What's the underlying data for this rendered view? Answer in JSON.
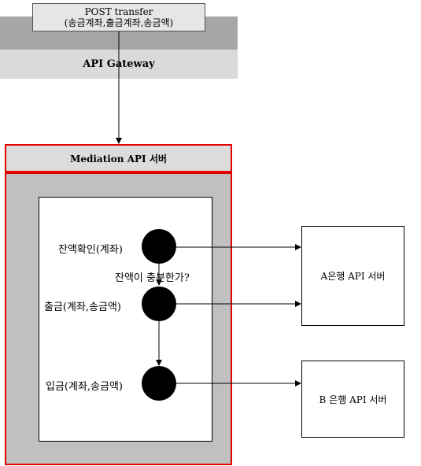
{
  "request": {
    "line1": "POST transfer",
    "line2": "(송금계좌,출금계좌,송금액)"
  },
  "gateway": {
    "label": "API Gateway"
  },
  "mediation": {
    "title": "Mediation API 서버"
  },
  "steps": [
    {
      "label": "잔액확인(계좌)"
    },
    {
      "label": "출금(계좌,송금액)"
    },
    {
      "label": "입금(계좌,송금액)"
    }
  ],
  "condition": {
    "label": "잔액이 충분한가?"
  },
  "banks": {
    "a": {
      "label": "A은행 API 서버"
    },
    "b": {
      "label": "B 은행 API 서버"
    }
  }
}
